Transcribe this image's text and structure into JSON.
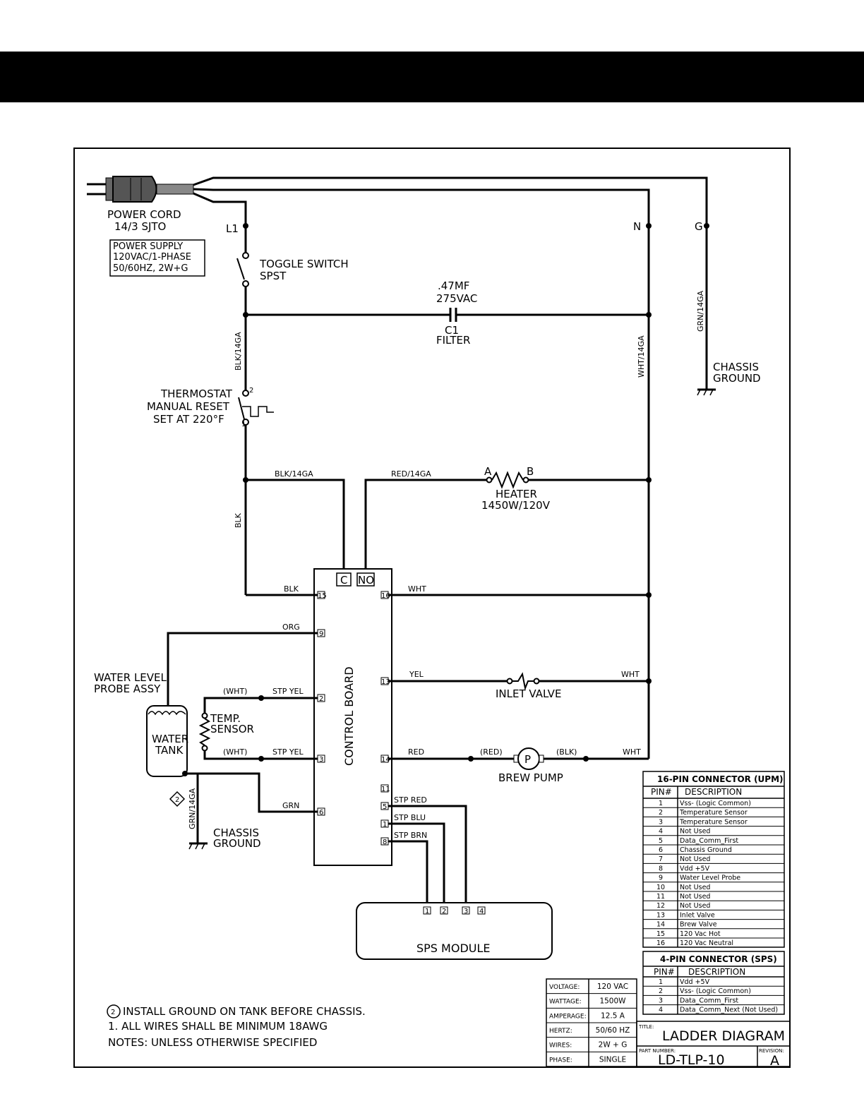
{
  "power": {
    "cord_line1": "POWER CORD",
    "cord_line2": "14/3 SJTO",
    "supply_line1": "POWER SUPPLY",
    "supply_line2": "120VAC/1-PHASE",
    "supply_line3": "50/60HZ, 2W+G",
    "l1": "L1",
    "n": "N",
    "g": "G"
  },
  "toggle": {
    "line1": "TOGGLE SWITCH",
    "line2": "SPST"
  },
  "capacitor": {
    "value1": ".47MF",
    "value2": "275VAC",
    "name": "C1",
    "desc": "FILTER"
  },
  "wires": {
    "blk14": "BLK/14GA",
    "wht14": "WHT/14GA",
    "grn14": "GRN/14GA",
    "blk14_h": "BLK/14GA",
    "red14": "RED/14GA",
    "blk": "BLK",
    "blk_pin": "BLK",
    "wht_pin": "WHT",
    "org": "ORG",
    "yel": "YEL",
    "wht_inlet": "WHT",
    "red": "RED",
    "red_paren": "(RED)",
    "blk_paren": "(BLK)",
    "wht_pump": "WHT",
    "wht_paren1": "(WHT)",
    "stp_yel1": "STP YEL",
    "wht_paren2": "(WHT)",
    "stp_yel2": "STP YEL",
    "grn": "GRN",
    "stp_red": "STP RED",
    "stp_blu": "STP BLU",
    "stp_brn": "STP BRN",
    "grn14_tank": "GRN/14GA"
  },
  "chassis_ground": {
    "line1": "CHASSIS",
    "line2": "GROUND"
  },
  "thermostat": {
    "line1": "THERMOSTAT",
    "line2": "MANUAL RESET",
    "line3": "SET AT 220°F",
    "pin2": "2",
    "pin1": "1"
  },
  "heater": {
    "a": "A",
    "b": "B",
    "name": "HEATER",
    "rating": "1450W/120V"
  },
  "control_board": {
    "label": "CONTROL BOARD",
    "c": "C",
    "no": "NO",
    "pins": {
      "p15": "15",
      "p16": "16",
      "p9": "9",
      "p2": "2",
      "p13": "13",
      "p3": "3",
      "p14": "14",
      "p6": "6",
      "p11": "11",
      "p5": "5",
      "p1": "1",
      "p8": "8"
    }
  },
  "inlet_valve": "INLET VALVE",
  "brew_pump": {
    "name": "BREW PUMP",
    "symbol": "P"
  },
  "water_probe": {
    "line1": "WATER LEVEL",
    "line2": "PROBE ASSY"
  },
  "water_tank": {
    "line1": "WATER",
    "line2": "TANK"
  },
  "temp_sensor": {
    "line1": "TEMP.",
    "line2": "SENSOR"
  },
  "ground_marker": "2",
  "sps_module": {
    "label": "SPS MODULE",
    "pins": [
      "1",
      "2",
      "3",
      "4"
    ]
  },
  "notes": {
    "note2_num": "2",
    "note2": "INSTALL GROUND ON TANK BEFORE CHASSIS.",
    "note1": "1. ALL WIRES SHALL BE MINIMUM 18AWG",
    "header": "NOTES: UNLESS OTHERWISE SPECIFIED"
  },
  "upm_table": {
    "title": "16-PIN CONNECTOR (UPM)",
    "col_pin": "PIN#",
    "col_desc": "DESCRIPTION",
    "rows": [
      [
        "1",
        "Vss- (Logic Common)"
      ],
      [
        "2",
        "Temperature Sensor"
      ],
      [
        "3",
        "Temperature Sensor"
      ],
      [
        "4",
        "Not Used"
      ],
      [
        "5",
        "Data_Comm_First"
      ],
      [
        "6",
        "Chassis Ground"
      ],
      [
        "7",
        "Not Used"
      ],
      [
        "8",
        "Vdd +5V"
      ],
      [
        "9",
        "Water Level Probe"
      ],
      [
        "10",
        "Not Used"
      ],
      [
        "11",
        "Not Used"
      ],
      [
        "12",
        "Not Used"
      ],
      [
        "13",
        "Inlet Valve"
      ],
      [
        "14",
        "Brew Valve"
      ],
      [
        "15",
        "120 Vac Hot"
      ],
      [
        "16",
        "120 Vac Neutral"
      ]
    ]
  },
  "sps_table": {
    "title": "4-PIN CONNECTOR (SPS)",
    "col_pin": "PIN#",
    "col_desc": "DESCRIPTION",
    "rows": [
      [
        "1",
        "Vdd +5V"
      ],
      [
        "2",
        "Vss- (Logic Common)"
      ],
      [
        "3",
        "Data_Comm_First"
      ],
      [
        "4",
        "Data_Comm_Next (Not Used)"
      ]
    ]
  },
  "specs": {
    "rows": [
      [
        "VOLTAGE:",
        "120 VAC"
      ],
      [
        "WATTAGE:",
        "1500W"
      ],
      [
        "AMPERAGE:",
        "12.5 A"
      ],
      [
        "HERTZ:",
        "50/60 HZ"
      ],
      [
        "WIRES:",
        "2W + G"
      ],
      [
        "PHASE:",
        "SINGLE"
      ]
    ]
  },
  "title_block": {
    "title_label": "TITLE:",
    "title": "LADDER DIAGRAM",
    "part_label": "PART NUMBER:",
    "part_number": "LD-TLP-10",
    "revision_label": "REVISION:",
    "revision": "A"
  }
}
